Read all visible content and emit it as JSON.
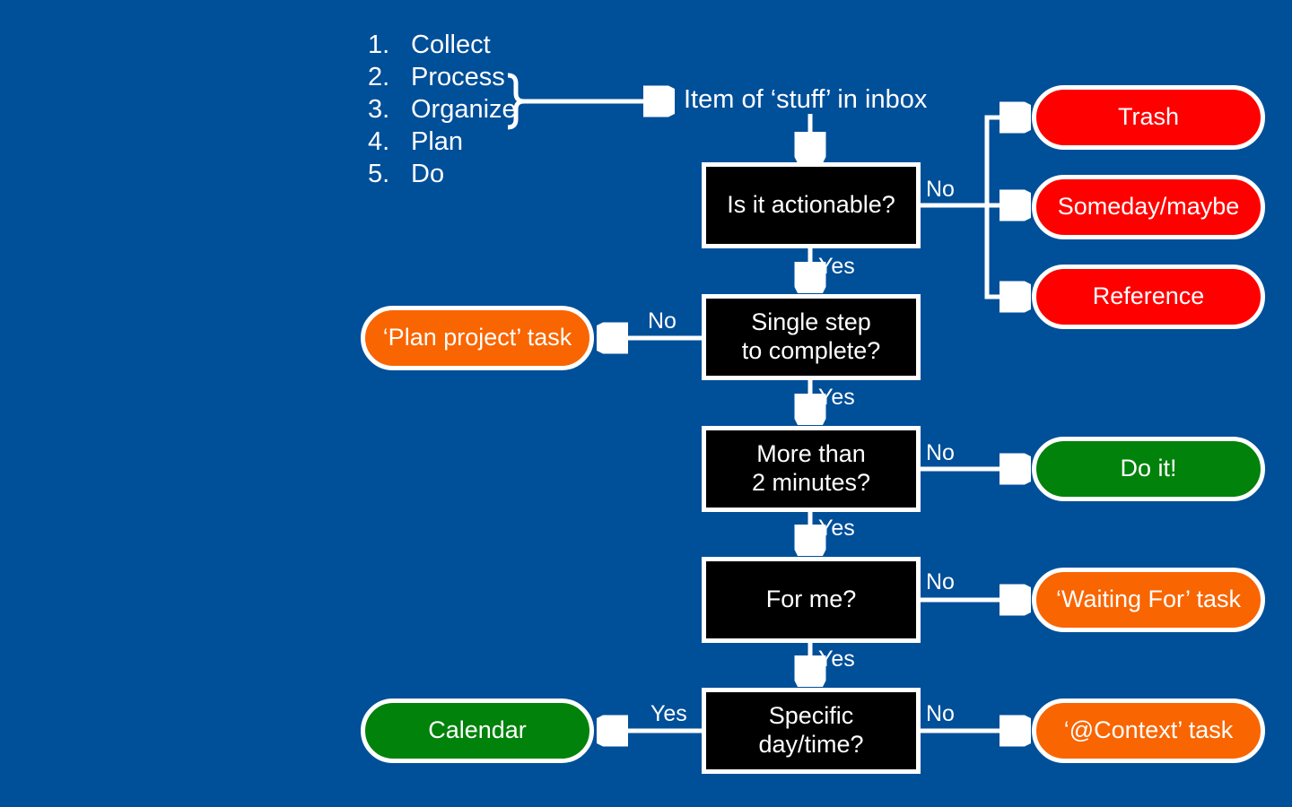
{
  "diagram": {
    "title_text": "Item of ‘stuff’ in inbox",
    "background_color": "#004f99"
  },
  "steps_list": {
    "items": [
      {
        "num": "1.",
        "label": "Collect"
      },
      {
        "num": "2.",
        "label": "Process"
      },
      {
        "num": "3.",
        "label": "Organize"
      },
      {
        "num": "4.",
        "label": "Plan"
      },
      {
        "num": "5.",
        "label": "Do"
      }
    ]
  },
  "decisions": [
    {
      "id": "actionable",
      "label": "Is it actionable?"
    },
    {
      "id": "single-step",
      "label": "Single step\nto complete?"
    },
    {
      "id": "two-minutes",
      "label": "More than\n2 minutes?"
    },
    {
      "id": "for-me",
      "label": "For me?"
    },
    {
      "id": "specific-day",
      "label": "Specific\nday/time?"
    }
  ],
  "outcomes": [
    {
      "id": "trash",
      "label": "Trash",
      "color": "#ff0000"
    },
    {
      "id": "someday-maybe",
      "label": "Someday/maybe",
      "color": "#ff0000"
    },
    {
      "id": "reference",
      "label": "Reference",
      "color": "#ff0000"
    },
    {
      "id": "plan-project",
      "label": "‘Plan project’ task",
      "color": "#f96500"
    },
    {
      "id": "do-it",
      "label": "Do it!",
      "color": "#00820b"
    },
    {
      "id": "waiting-for",
      "label": "‘Waiting For’ task",
      "color": "#f96500"
    },
    {
      "id": "calendar",
      "label": "Calendar",
      "color": "#00820b"
    },
    {
      "id": "context-task",
      "label": "‘@Context’ task",
      "color": "#f96500"
    }
  ],
  "edge_labels": {
    "actionable_no": "No",
    "actionable_yes": "Yes",
    "single_step_no": "No",
    "single_step_yes": "Yes",
    "two_minutes_no": "No",
    "two_minutes_yes": "Yes",
    "for_me_no": "No",
    "for_me_yes": "Yes",
    "specific_day_yes": "Yes",
    "specific_day_no": "No"
  }
}
